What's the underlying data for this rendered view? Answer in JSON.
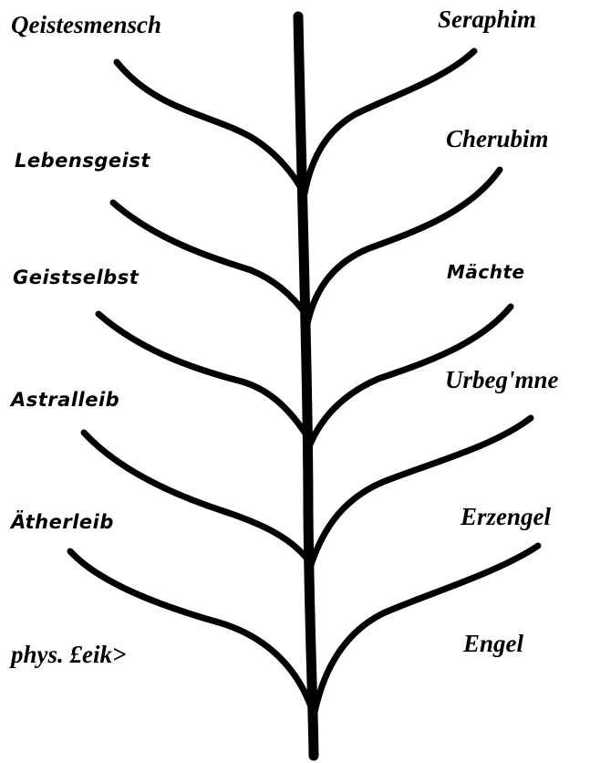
{
  "left_labels": [
    "Qeistesmensch",
    "Lebensgeist",
    "Geistselbst",
    "Astralleib",
    "Ätherleib",
    "phys. £eik>"
  ],
  "right_labels": [
    "Seraphim",
    "Cherubim",
    "Mächte",
    "Urbeg'mne",
    "Erzengel",
    "Engel"
  ],
  "colors": {
    "ink": "#000000",
    "background": "#ffffff"
  }
}
